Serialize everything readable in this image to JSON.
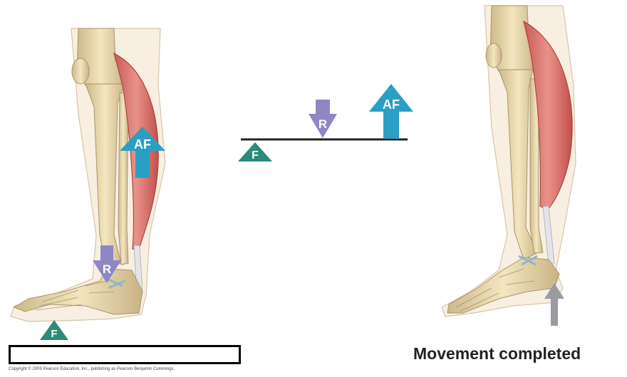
{
  "labels": {
    "effort": "AF",
    "resistance": "R",
    "fulcrum": "F"
  },
  "caption": "Movement completed",
  "copyright": "Copyright © 2009 Pearson Education, Inc., publishing as Pearson Benjamin Cummings.",
  "answer_box_text": "",
  "colors": {
    "effort": "#2a9fc4",
    "resistance": "#8f86c6",
    "fulcrum": "#2b8a7c",
    "bone": "#ead9a8",
    "muscle": "#d9736d",
    "lever": "#222222",
    "completion_arrow": "#9a9aa0"
  }
}
